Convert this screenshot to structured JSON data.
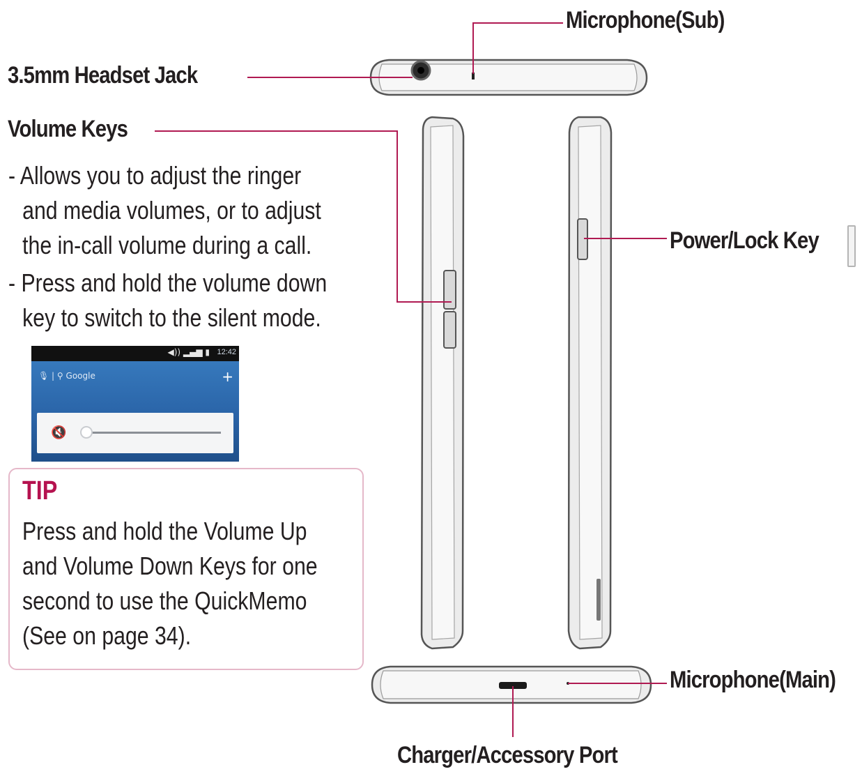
{
  "labels": {
    "microphone_sub": "Microphone(Sub)",
    "headset_jack": "3.5mm Headset Jack",
    "volume_keys": "Volume Keys",
    "power_lock_key": "Power/Lock Key",
    "microphone_main": "Microphone(Main)",
    "charger_port": "Charger/Accessory Port"
  },
  "volume_description": {
    "bullet1": [
      "-  Allows you to adjust the ringer",
      "and media volumes, or to adjust",
      "the in-call volume during a call."
    ],
    "bullet2": [
      "-  Press and hold the volume down",
      "key to switch to the silent mode."
    ]
  },
  "tip": {
    "title": "TIP",
    "lines": [
      "Press and hold the Volume Up",
      "and Volume Down Keys for one",
      "second to use the QuickMemo",
      "(See on page 34)."
    ]
  },
  "screenshot": {
    "time": "12:42",
    "search_text": "Google",
    "plus_icon": "plus-icon",
    "status_icons": "speaker-icon signal-icon battery-icon",
    "mute_icon": "muted-speaker-icon"
  },
  "colors": {
    "leader_line": "#b01a52",
    "tip_title": "#b5124f",
    "tip_border": "#e5b8c9",
    "device_outline": "#555555",
    "device_fill": "#e9e9e9"
  }
}
